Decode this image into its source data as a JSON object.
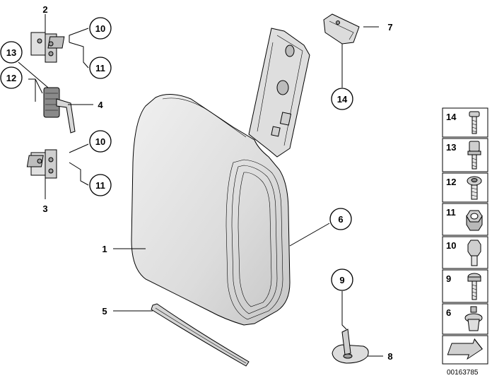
{
  "callouts": {
    "c1": "1",
    "c2": "2",
    "c3": "3",
    "c4": "4",
    "c5": "5",
    "c6": "6",
    "c7": "7",
    "c8": "8",
    "c9": "9",
    "c10a": "10",
    "c10b": "10",
    "c11a": "11",
    "c11b": "11",
    "c12": "12",
    "c13": "13",
    "c14": "14"
  },
  "fastener_panel": {
    "items": [
      {
        "number": "14",
        "icon": "torx-bolt-icon"
      },
      {
        "number": "13",
        "icon": "torx-stud-bolt-icon"
      },
      {
        "number": "12",
        "icon": "hex-socket-bolt-icon"
      },
      {
        "number": "11",
        "icon": "hex-nut-icon"
      },
      {
        "number": "10",
        "icon": "hex-head-bolt-icon"
      },
      {
        "number": "9",
        "icon": "pan-head-screw-icon"
      },
      {
        "number": "6",
        "icon": "expanding-rivet-icon"
      }
    ],
    "arrow_icon": "direction-arrow-icon"
  },
  "drawing_code": "00163785",
  "colors": {
    "line": "#000000",
    "part_fill": "#e8e8e8",
    "part_shade": "#c8c8c8",
    "background": "#ffffff"
  }
}
